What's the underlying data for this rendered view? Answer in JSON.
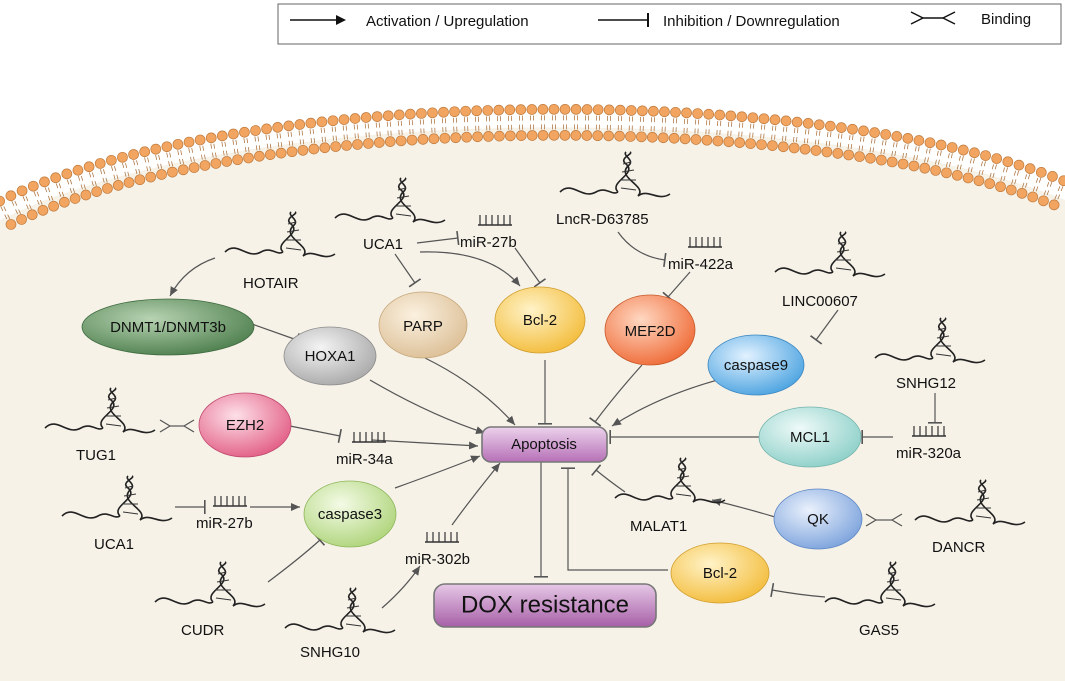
{
  "legend": {
    "activation": "Activation / Upregulation",
    "inhibition": "Inhibition / Downregulation",
    "binding": "Binding"
  },
  "nodes": {
    "dnmt": "DNMT1/DNMT3b",
    "hoxa1": "HOXA1",
    "parp": "PARP",
    "bcl2_top": "Bcl-2",
    "mef2d": "MEF2D",
    "caspase9": "caspase9",
    "ezh2": "EZH2",
    "mcl1": "MCL1",
    "caspase3": "caspase3",
    "qk": "QK",
    "bcl2_bottom": "Bcl-2",
    "apoptosis": "Apoptosis",
    "dox": "DOX resistance"
  },
  "lncrnas": {
    "hotair": "HOTAIR",
    "uca1_top": "UCA1",
    "lncr": "LncR-D63785",
    "linc": "LINC00607",
    "snhg12": "SNHG12",
    "tug1": "TUG1",
    "uca1_bottom": "UCA1",
    "cudr": "CUDR",
    "snhg10": "SNHG10",
    "malat1": "MALAT1",
    "dancr": "DANCR",
    "gas5": "GAS5"
  },
  "mirnas": {
    "mir27b_top": "miR-27b",
    "mir422a": "miR-422a",
    "mir320a": "miR-320a",
    "mir34a": "miR-34a",
    "mir27b_bottom": "miR-27b",
    "mir302b": "miR-302b"
  },
  "colors": {
    "cell": "#f6f2e8",
    "lipid_head": "#f2a560",
    "dnmt": "#5f8f5f",
    "hoxa1": "#c8c8c8",
    "parp": "#e8d2b0",
    "bcl2": "#f6c955",
    "mef2d": "#f07848",
    "caspase9": "#6ab4ea",
    "ezh2": "#e86e90",
    "mcl1": "#a6dcd6",
    "caspase3": "#c2e290",
    "qk": "#93b4e4",
    "apoptosis": "#c88ac8",
    "dox": "#b676b6"
  }
}
